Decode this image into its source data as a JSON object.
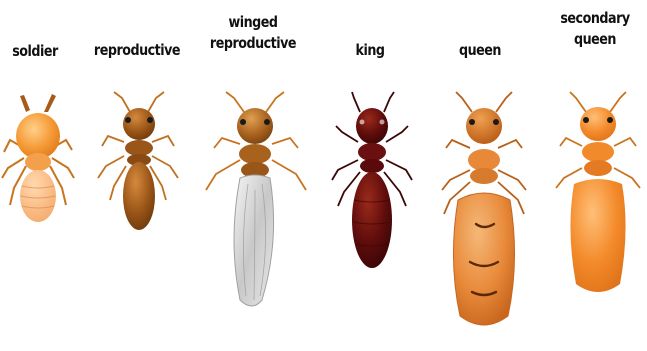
{
  "castes": [
    {
      "name": "soldier",
      "label_lines": [
        "soldier"
      ]
    },
    {
      "name": "reproductive",
      "label_lines": [
        "reproductive"
      ]
    },
    {
      "name": "winged-reproductive",
      "label_lines": [
        "winged",
        "reproductive"
      ]
    },
    {
      "name": "king",
      "label_lines": [
        "king"
      ]
    },
    {
      "name": "queen",
      "label_lines": [
        "queen"
      ]
    },
    {
      "name": "secondary-queen",
      "label_lines": [
        "secondary",
        "queen"
      ]
    }
  ],
  "colors": {
    "soldier_body": "#f29a3a",
    "reproductive_body": "#8a4a14",
    "winged_body": "#9a5a1e",
    "wing": "#d9d9d9",
    "king_body": "#5a0a0a",
    "queen_body": "#e8893a",
    "secondary_queen_body": "#f08a2a",
    "leg_tip": "#f5a03a",
    "label_text": "#111111"
  }
}
